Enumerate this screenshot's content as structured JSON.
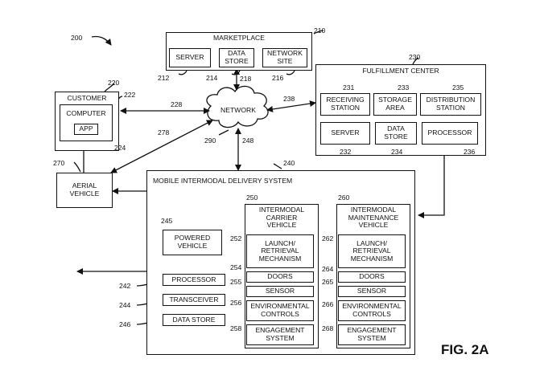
{
  "figure": {
    "label": "FIG. 2A",
    "ref_main": "200"
  },
  "marketplace": {
    "title": "MARKETPLACE",
    "ref": "210",
    "server": "SERVER",
    "server_ref": "212",
    "data_store": "DATA\nSTORE",
    "data_store_ref": "214",
    "network_site": "NETWORK\nSITE",
    "network_site_ref": "216"
  },
  "network": {
    "label": "NETWORK",
    "ref": "290",
    "links": {
      "marketplace": "218",
      "customer": "228",
      "fulfillment": "238",
      "aerial": "278",
      "delivery": "248"
    }
  },
  "customer": {
    "title": "CUSTOMER",
    "ref": "220",
    "computer": "COMPUTER",
    "computer_ref": "222",
    "app": "APP",
    "app_ref": "224"
  },
  "aerial_vehicle": {
    "label": "AERIAL\nVEHICLE",
    "ref": "270"
  },
  "fulfillment": {
    "title": "FULFILLMENT CENTER",
    "ref": "230",
    "receiving": "RECEIVING\nSTATION",
    "receiving_ref": "231",
    "storage": "STORAGE\nAREA",
    "storage_ref": "233",
    "distribution": "DISTRIBUTION\nSTATION",
    "distribution_ref": "235",
    "server": "SERVER",
    "server_ref": "232",
    "data_store": "DATA\nSTORE",
    "data_store_ref": "234",
    "processor": "PROCESSOR",
    "processor_ref": "236"
  },
  "delivery_system": {
    "title": "MOBILE INTERMODAL DELIVERY SYSTEM",
    "ref": "240",
    "powered_vehicle": "POWERED\nVEHICLE",
    "powered_vehicle_ref": "245",
    "processor": "PROCESSOR",
    "processor_ref": "242",
    "transceiver": "TRANSCEIVER",
    "transceiver_ref": "244",
    "data_store": "DATA STORE",
    "data_store_ref": "246"
  },
  "carrier_vehicle": {
    "title": "INTERMODAL\nCARRIER\nVEHICLE",
    "ref": "250",
    "items": [
      {
        "label": "LAUNCH/\nRETRIEVAL\nMECHANISM",
        "ref": "252"
      },
      {
        "label": "DOORS",
        "ref": "254"
      },
      {
        "label": "SENSOR",
        "ref": "255"
      },
      {
        "label": "ENVIRONMENTAL\nCONTROLS",
        "ref": "256"
      },
      {
        "label": "ENGAGEMENT\nSYSTEM",
        "ref": "258"
      }
    ]
  },
  "maintenance_vehicle": {
    "title": "INTERMODAL\nMAINTENANCE\nVEHICLE",
    "ref": "260",
    "items": [
      {
        "label": "LAUNCH/\nRETRIEVAL\nMECHANISM",
        "ref": "262"
      },
      {
        "label": "DOORS",
        "ref": "264"
      },
      {
        "label": "SENSOR",
        "ref": "265"
      },
      {
        "label": "ENVIRONMENTAL\nCONTROLS",
        "ref": "266"
      },
      {
        "label": "ENGAGEMENT\nSYSTEM",
        "ref": "268"
      }
    ]
  }
}
